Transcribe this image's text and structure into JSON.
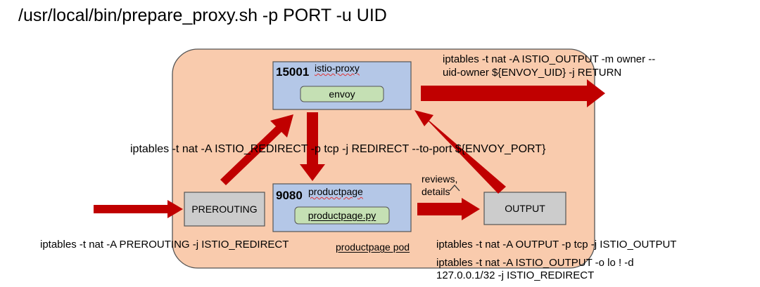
{
  "title": "/usr/local/bin/prepare_proxy.sh -p PORT -u UID",
  "colors": {
    "pod_fill": "#f9cbad",
    "box_fill": "#b4c7e7",
    "inner_fill": "#c5e0b4",
    "gray_fill": "#cccccc",
    "arrow": "#c00000",
    "border": "#555555"
  },
  "pod": {
    "label": "productpage pod"
  },
  "istio_proxy": {
    "port": "15001",
    "name": "istio-proxy",
    "inner": "envoy"
  },
  "productpage": {
    "port": "9080",
    "name": "productpage",
    "inner": "productpage.py"
  },
  "prerouting": {
    "label": "PREROUTING"
  },
  "output": {
    "label": "OUTPUT"
  },
  "services_label_1": "reviews,",
  "services_label_2": "details",
  "rules": {
    "return_line1": "iptables -t nat -A ISTIO_OUTPUT -m owner --",
    "return_line2": "uid-owner ${ENVOY_UID} -j RETURN",
    "redirect": "iptables -t nat -A ISTIO_REDIRECT -p tcp -j REDIRECT --to-port ${ENVOY_PORT}",
    "prerouting": "iptables -t nat -A PREROUTING -j ISTIO_REDIRECT",
    "output": "iptables -t nat -A OUTPUT -p tcp -j ISTIO_OUTPUT",
    "lo_line1": "iptables -t nat -A ISTIO_OUTPUT -o lo ! -d",
    "lo_line2": "127.0.0.1/32 -j ISTIO_REDIRECT"
  }
}
